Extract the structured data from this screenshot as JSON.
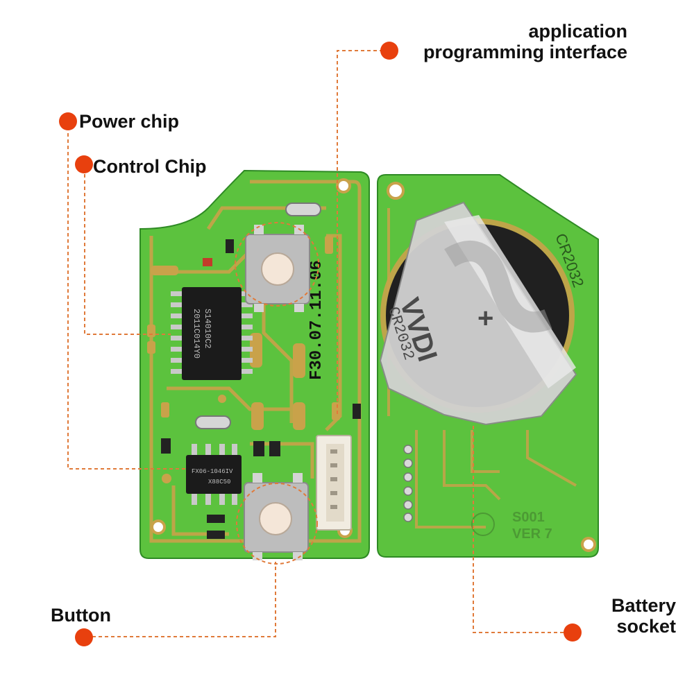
{
  "colors": {
    "board_green": "#5cc23e",
    "board_edge": "#2e8a24",
    "trace_gold": "#c9a24a",
    "leader_orange": "#e07a3a",
    "marker_red": "#e8400e",
    "chip_black": "#1b1b1b",
    "metal": "#c9c9c9"
  },
  "labels": {
    "api_line1": "application",
    "api_line2": "programming interface",
    "power_chip": "Power chip",
    "control_chip": "Control Chip",
    "button": "Button",
    "battery_line1": "Battery",
    "battery_line2": "socket"
  },
  "board_marks": {
    "date_code": "F30.07.11.06",
    "chip1_line1": "S14010C2",
    "chip1_line2": "2011C014Y0",
    "chip2_line1": "FX06-1046IV",
    "chip2_line2": "X88C50",
    "battery_model": "CR2032",
    "coin_brand": "VVDI",
    "coin_model": "CR2032",
    "coin_plus": "+",
    "board_id": "S001",
    "board_ver": "VER 7"
  }
}
